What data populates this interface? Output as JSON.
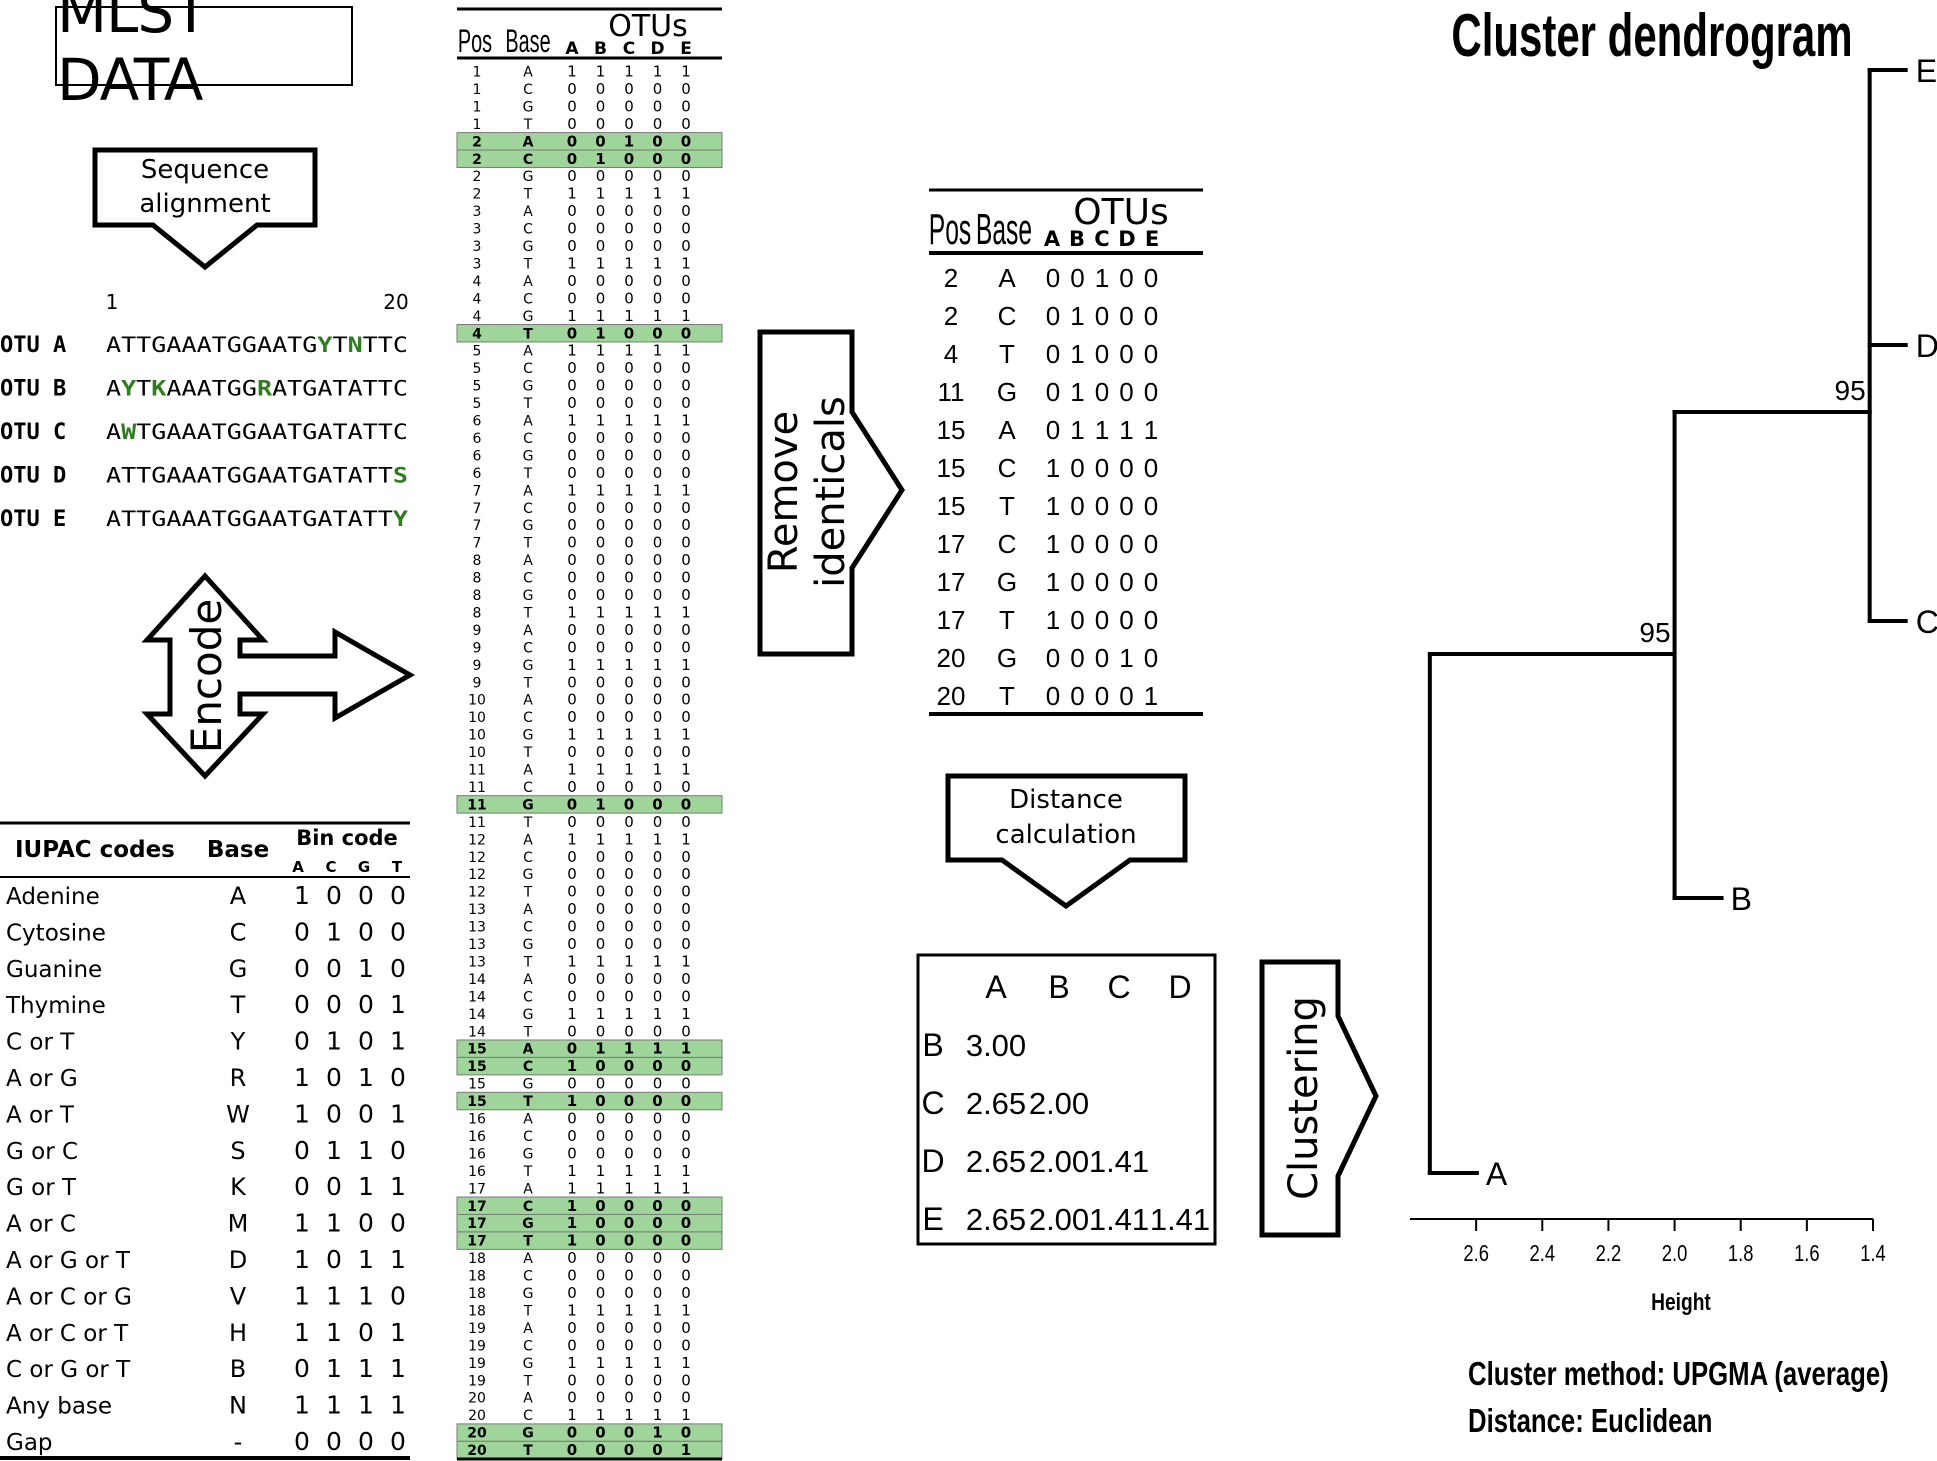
{
  "title": "MLST DATA",
  "steps": {
    "sequence_alignment": [
      "Sequence",
      "alignment"
    ],
    "encode": "Encode",
    "remove_identicals": [
      "Remove",
      "identicals"
    ],
    "distance_calculation": [
      "Distance",
      "calculation"
    ],
    "clustering": "Clustering"
  },
  "alignment": {
    "pos_start": "1",
    "pos_end": "20",
    "rows": [
      {
        "label": "OTU A",
        "seq": "ATTGAAATGGAATGYTNTTC",
        "highlight": [
          14,
          16
        ]
      },
      {
        "label": "OTU B",
        "seq": "AYTKAAATGGRATGATATTC",
        "highlight": [
          1,
          3,
          10
        ]
      },
      {
        "label": "OTU C",
        "seq": "AWTGAAATGGAATGATATTC",
        "highlight": [
          1
        ]
      },
      {
        "label": "OTU D",
        "seq": "ATTGAAATGGAATGATATTS",
        "highlight": [
          19
        ]
      },
      {
        "label": "OTU E",
        "seq": "ATTGAAATGGAATGATATTY",
        "highlight": [
          19
        ]
      }
    ]
  },
  "iupac": {
    "headers": {
      "codes": "IUPAC codes",
      "base": "Base",
      "bin": "Bin code",
      "bin_letters": [
        "A",
        "C",
        "G",
        "T"
      ]
    },
    "rows": [
      [
        "Adenine",
        "A",
        "1 0 0 0"
      ],
      [
        "Cytosine",
        "C",
        "0 1 0 0"
      ],
      [
        "Guanine",
        "G",
        "0 0 1 0"
      ],
      [
        "Thymine",
        "T",
        "0 0 0 1"
      ],
      [
        "C or T",
        "Y",
        "0 1 0 1"
      ],
      [
        "A or G",
        "R",
        "1 0 1 0"
      ],
      [
        "A or T",
        "W",
        "1 0 0 1"
      ],
      [
        "G or C",
        "S",
        "0 1 1 0"
      ],
      [
        "G or T",
        "K",
        "0 0 1 1"
      ],
      [
        "A or C",
        "M",
        "1 1 0 0"
      ],
      [
        "A or G or T",
        "D",
        "1 0 1 1"
      ],
      [
        "A or C or G",
        "V",
        "1 1 1 0"
      ],
      [
        "A or C or T",
        "H",
        "1 1 0 1"
      ],
      [
        "C or G or T",
        "B",
        "0 1 1 1"
      ],
      [
        "Any base",
        "N",
        "1 1 1 1"
      ],
      [
        "Gap",
        "-",
        "0 0 0 0"
      ]
    ]
  },
  "encoded_table": {
    "headers": {
      "pos": "Pos",
      "base": "Base",
      "otus": "OTUs",
      "otu_letters": [
        "A",
        "B",
        "C",
        "D",
        "E"
      ]
    },
    "rows": [
      [
        "1",
        "A",
        "1 1 1 1 1",
        0
      ],
      [
        "1",
        "C",
        "0 0 0 0 0",
        0
      ],
      [
        "1",
        "G",
        "0 0 0 0 0",
        0
      ],
      [
        "1",
        "T",
        "0 0 0 0 0",
        0
      ],
      [
        "2",
        "A",
        "0 0 1 0 0",
        1
      ],
      [
        "2",
        "C",
        "0 1 0 0 0",
        1
      ],
      [
        "2",
        "G",
        "0 0 0 0 0",
        0
      ],
      [
        "2",
        "T",
        "1 1 1 1 1",
        0
      ],
      [
        "3",
        "A",
        "0 0 0 0 0",
        0
      ],
      [
        "3",
        "C",
        "0 0 0 0 0",
        0
      ],
      [
        "3",
        "G",
        "0 0 0 0 0",
        0
      ],
      [
        "3",
        "T",
        "1 1 1 1 1",
        0
      ],
      [
        "4",
        "A",
        "0 0 0 0 0",
        0
      ],
      [
        "4",
        "C",
        "0 0 0 0 0",
        0
      ],
      [
        "4",
        "G",
        "1 1 1 1 1",
        0
      ],
      [
        "4",
        "T",
        "0 1 0 0 0",
        1
      ],
      [
        "5",
        "A",
        "1 1 1 1 1",
        0
      ],
      [
        "5",
        "C",
        "0 0 0 0 0",
        0
      ],
      [
        "5",
        "G",
        "0 0 0 0 0",
        0
      ],
      [
        "5",
        "T",
        "0 0 0 0 0",
        0
      ],
      [
        "6",
        "A",
        "1 1 1 1 1",
        0
      ],
      [
        "6",
        "C",
        "0 0 0 0 0",
        0
      ],
      [
        "6",
        "G",
        "0 0 0 0 0",
        0
      ],
      [
        "6",
        "T",
        "0 0 0 0 0",
        0
      ],
      [
        "7",
        "A",
        "1 1 1 1 1",
        0
      ],
      [
        "7",
        "C",
        "0 0 0 0 0",
        0
      ],
      [
        "7",
        "G",
        "0 0 0 0 0",
        0
      ],
      [
        "7",
        "T",
        "0 0 0 0 0",
        0
      ],
      [
        "8",
        "A",
        "0 0 0 0 0",
        0
      ],
      [
        "8",
        "C",
        "0 0 0 0 0",
        0
      ],
      [
        "8",
        "G",
        "0 0 0 0 0",
        0
      ],
      [
        "8",
        "T",
        "1 1 1 1 1",
        0
      ],
      [
        "9",
        "A",
        "0 0 0 0 0",
        0
      ],
      [
        "9",
        "C",
        "0 0 0 0 0",
        0
      ],
      [
        "9",
        "G",
        "1 1 1 1 1",
        0
      ],
      [
        "9",
        "T",
        "0 0 0 0 0",
        0
      ],
      [
        "10",
        "A",
        "0 0 0 0 0",
        0
      ],
      [
        "10",
        "C",
        "0 0 0 0 0",
        0
      ],
      [
        "10",
        "G",
        "1 1 1 1 1",
        0
      ],
      [
        "10",
        "T",
        "0 0 0 0 0",
        0
      ],
      [
        "11",
        "A",
        "1 1 1 1 1",
        0
      ],
      [
        "11",
        "C",
        "0 0 0 0 0",
        0
      ],
      [
        "11",
        "G",
        "0 1 0 0 0",
        1
      ],
      [
        "11",
        "T",
        "0 0 0 0 0",
        0
      ],
      [
        "12",
        "A",
        "1 1 1 1 1",
        0
      ],
      [
        "12",
        "C",
        "0 0 0 0 0",
        0
      ],
      [
        "12",
        "G",
        "0 0 0 0 0",
        0
      ],
      [
        "12",
        "T",
        "0 0 0 0 0",
        0
      ],
      [
        "13",
        "A",
        "0 0 0 0 0",
        0
      ],
      [
        "13",
        "C",
        "0 0 0 0 0",
        0
      ],
      [
        "13",
        "G",
        "0 0 0 0 0",
        0
      ],
      [
        "13",
        "T",
        "1 1 1 1 1",
        0
      ],
      [
        "14",
        "A",
        "0 0 0 0 0",
        0
      ],
      [
        "14",
        "C",
        "0 0 0 0 0",
        0
      ],
      [
        "14",
        "G",
        "1 1 1 1 1",
        0
      ],
      [
        "14",
        "T",
        "0 0 0 0 0",
        0
      ],
      [
        "15",
        "A",
        "0 1 1 1 1",
        1
      ],
      [
        "15",
        "C",
        "1 0 0 0 0",
        1
      ],
      [
        "15",
        "G",
        "0 0 0 0 0",
        0
      ],
      [
        "15",
        "T",
        "1 0 0 0 0",
        1
      ],
      [
        "16",
        "A",
        "0 0 0 0 0",
        0
      ],
      [
        "16",
        "C",
        "0 0 0 0 0",
        0
      ],
      [
        "16",
        "G",
        "0 0 0 0 0",
        0
      ],
      [
        "16",
        "T",
        "1 1 1 1 1",
        0
      ],
      [
        "17",
        "A",
        "1 1 1 1 1",
        0
      ],
      [
        "17",
        "C",
        "1 0 0 0 0",
        1
      ],
      [
        "17",
        "G",
        "1 0 0 0 0",
        1
      ],
      [
        "17",
        "T",
        "1 0 0 0 0",
        1
      ],
      [
        "18",
        "A",
        "0 0 0 0 0",
        0
      ],
      [
        "18",
        "C",
        "0 0 0 0 0",
        0
      ],
      [
        "18",
        "G",
        "0 0 0 0 0",
        0
      ],
      [
        "18",
        "T",
        "1 1 1 1 1",
        0
      ],
      [
        "19",
        "A",
        "0 0 0 0 0",
        0
      ],
      [
        "19",
        "C",
        "0 0 0 0 0",
        0
      ],
      [
        "19",
        "G",
        "1 1 1 1 1",
        0
      ],
      [
        "19",
        "T",
        "0 0 0 0 0",
        0
      ],
      [
        "20",
        "A",
        "0 0 0 0 0",
        0
      ],
      [
        "20",
        "C",
        "1 1 1 1 1",
        0
      ],
      [
        "20",
        "G",
        "0 0 0 1 0",
        1
      ],
      [
        "20",
        "T",
        "0 0 0 0 1",
        1
      ]
    ]
  },
  "reduced_table": {
    "headers": {
      "pos": "Pos",
      "base": "Base",
      "otus": "OTUs",
      "otu_letters": [
        "A",
        "B",
        "C",
        "D",
        "E"
      ]
    },
    "rows": [
      [
        "2",
        "A",
        "0 0 1 0 0"
      ],
      [
        "2",
        "C",
        "0 1 0 0 0"
      ],
      [
        "4",
        "T",
        "0 1 0 0 0"
      ],
      [
        "11",
        "G",
        "0 1 0 0 0"
      ],
      [
        "15",
        "A",
        "0 1 1 1 1"
      ],
      [
        "15",
        "C",
        "1 0 0 0 0"
      ],
      [
        "15",
        "T",
        "1 0 0 0 0"
      ],
      [
        "17",
        "C",
        "1 0 0 0 0"
      ],
      [
        "17",
        "G",
        "1 0 0 0 0"
      ],
      [
        "17",
        "T",
        "1 0 0 0 0"
      ],
      [
        "20",
        "G",
        "0 0 0 1 0"
      ],
      [
        "20",
        "T",
        "0 0 0 0 1"
      ]
    ]
  },
  "distance_matrix": {
    "col_labels": [
      "A",
      "B",
      "C",
      "D"
    ],
    "rows": [
      {
        "label": "B",
        "values": [
          "3.00"
        ]
      },
      {
        "label": "C",
        "values": [
          "2.65",
          "2.00"
        ]
      },
      {
        "label": "D",
        "values": [
          "2.65",
          "2.00",
          "1.41"
        ]
      },
      {
        "label": "E",
        "values": [
          "2.65",
          "2.00",
          "1.41",
          "1.41"
        ]
      }
    ]
  },
  "chart_data": {
    "type": "dendrogram",
    "title": "Cluster dendrogram",
    "xlabel": "Height",
    "xlim": [
      2.8,
      1.4
    ],
    "ticks": [
      2.6,
      2.4,
      2.2,
      2.0,
      1.8,
      1.6,
      1.4
    ],
    "tick_labels": [
      "2.6",
      "2.4",
      "2.2",
      "2.0",
      "1.8",
      "1.6",
      "1.4"
    ],
    "leaves": [
      "E",
      "D",
      "C",
      "B",
      "A"
    ],
    "merges": [
      {
        "members": [
          "E",
          "D",
          "C"
        ],
        "height": 1.41
      },
      {
        "members": [
          "B",
          "E",
          "D",
          "C"
        ],
        "height": 2.0,
        "support": "95"
      },
      {
        "members": [
          "A",
          "B",
          "E",
          "D",
          "C"
        ],
        "height": 2.74,
        "support": "95"
      }
    ],
    "support_labels": [
      {
        "node": "EDC",
        "value": "95"
      },
      {
        "node": "BEDC",
        "value": "95"
      }
    ],
    "method": "Cluster method: UPGMA (average)",
    "distance": "Distance: Euclidean"
  }
}
